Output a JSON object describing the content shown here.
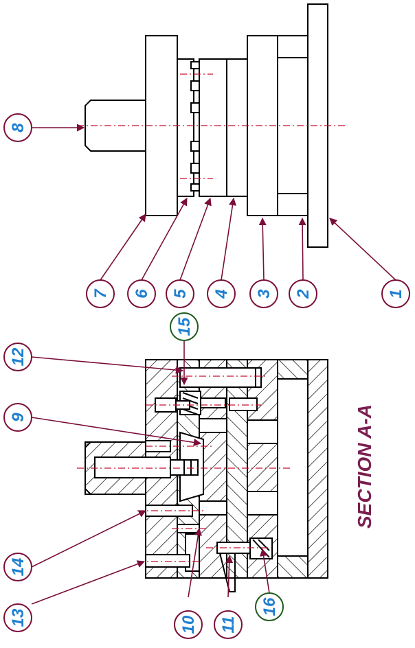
{
  "drawing": {
    "section_title": "SECTION A-A",
    "balloons": {
      "b1": "1",
      "b2": "2",
      "b3": "3",
      "b4": "4",
      "b5": "5",
      "b6": "6",
      "b7": "7",
      "b8": "8",
      "b9": "9",
      "b10": "10",
      "b11": "11",
      "b12": "12",
      "b13": "13",
      "b14": "14",
      "b15": "15",
      "b16": "16"
    },
    "colors": {
      "balloon_text": "#1e7fd1",
      "leader": "#7a0f3a",
      "center_line": "#c8102e",
      "title": "#7a1f4f"
    }
  }
}
